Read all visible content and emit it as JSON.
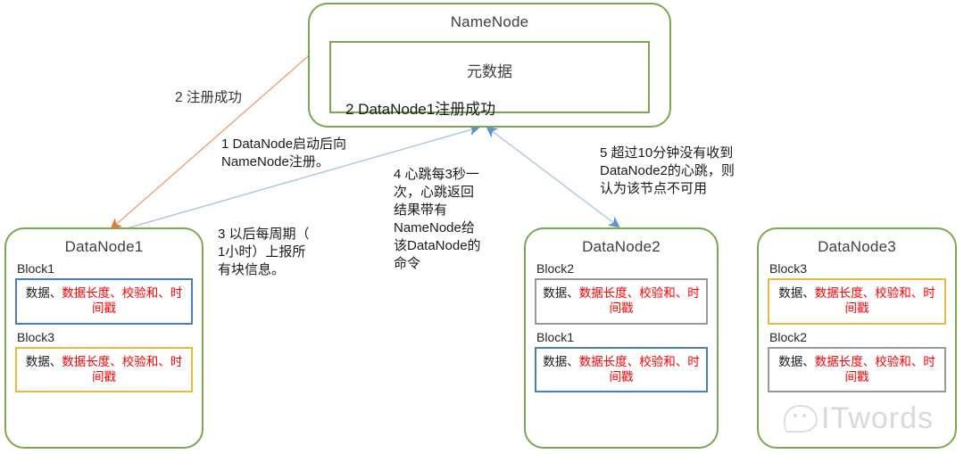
{
  "diagram": {
    "title": "HDFS NameNode DataNode registration and heartbeat",
    "colors": {
      "node_border": "#7aa84f",
      "block_blue": "#4a7ebb",
      "block_gold": "#e8b93c",
      "block_gray": "#9a9a9a",
      "arrow_orange": "#e8743b",
      "arrow_blue": "#7aa6d2",
      "value_red": "#ff0000"
    }
  },
  "namenode": {
    "title": "NameNode",
    "meta_title": "元数据",
    "meta_line": "2 DataNode1注册成功"
  },
  "datanodes": [
    {
      "title": "DataNode1",
      "blocks": [
        {
          "label": "Block1",
          "border": "blue",
          "key": "数据、",
          "value": "数据长度、校验和、时间戳"
        },
        {
          "label": "Block3",
          "border": "gold",
          "key": "数据、",
          "value": "数据长度、校验和、时间戳"
        }
      ]
    },
    {
      "title": "DataNode2",
      "blocks": [
        {
          "label": "Block2",
          "border": "gray",
          "key": "数据、",
          "value": "数据长度、校验和、时间戳"
        },
        {
          "label": "Block1",
          "border": "blue",
          "key": "数据、",
          "value": "数据长度、校验和、时间戳"
        }
      ]
    },
    {
      "title": "DataNode3",
      "blocks": [
        {
          "label": "Block3",
          "border": "gold",
          "key": "数据、",
          "value": "数据长度、校验和、时间戳"
        },
        {
          "label": "Block2",
          "border": "gray",
          "key": "数据、",
          "value": "数据长度、校验和、时间戳"
        }
      ]
    }
  ],
  "labels": {
    "step2": "2 注册成功",
    "step1": "1 DataNode启动后向\nNameNode注册。",
    "step3": "3 以后每周期（\n1小时）上报所\n有块信息。",
    "step4": "4 心跳每3秒一\n次，心跳返回\n结果带有\nNameNode给\n该DataNode的\n命令",
    "step5": "5 超过10分钟没有收到\nDataNode2的心跳，则\n认为该节点不可用"
  },
  "watermark": {
    "text": "ITwords"
  }
}
